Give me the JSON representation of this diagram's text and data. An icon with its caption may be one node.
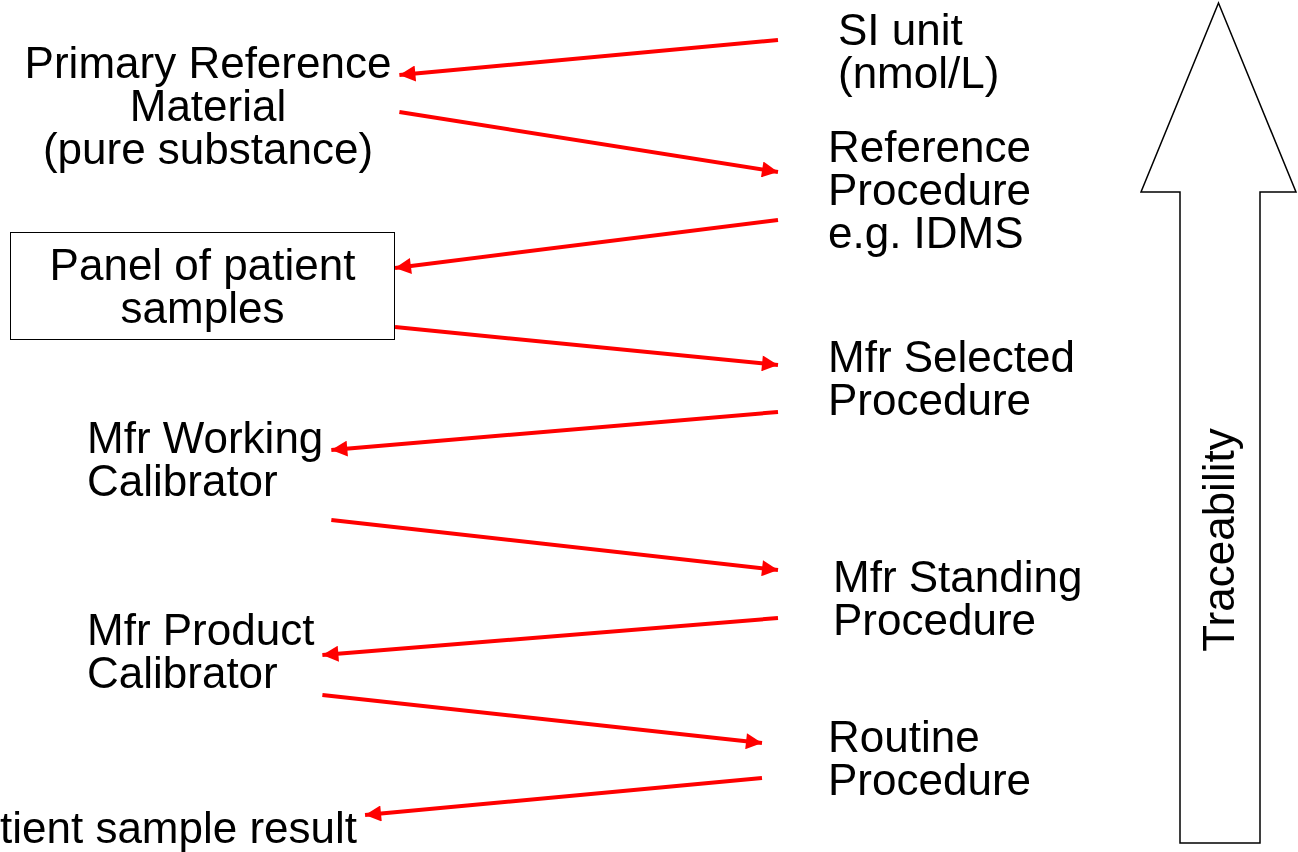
{
  "diagram": {
    "nodes": [
      {
        "text": [
          "SI unit (nmol/L)"
        ]
      },
      {
        "text": [
          "Primary Reference Material (pure substance)"
        ]
      },
      {
        "text": [
          "Reference Procedure e.g. IDMS"
        ]
      },
      {
        "text": [
          "Panel of patient samples"
        ]
      },
      {
        "text": [
          "Mfr Selected Procedure"
        ]
      },
      {
        "text": [
          "Mfr Working Calibrator"
        ]
      },
      {
        "text": [
          "Mfr Standing Procedure"
        ]
      },
      {
        "text": [
          "Mfr Product Calibrator"
        ]
      },
      {
        "text": [
          "Routine Procedure"
        ]
      },
      {
        "text": [
          "tient sample result"
        ]
      },
      {
        "text": [
          "Traceability"
        ]
      }
    ],
    "edges": [
      {
        "from": 0,
        "to": 1,
        "arrow": "to"
      },
      {
        "from": 1,
        "to": 2,
        "arrow": "to"
      },
      {
        "from": 2,
        "to": 3,
        "arrow": "to"
      },
      {
        "from": 3,
        "to": 4,
        "arrow": "to"
      },
      {
        "from": 4,
        "to": 5,
        "arrow": "to"
      },
      {
        "from": 5,
        "to": 6,
        "arrow": "to"
      },
      {
        "from": 6,
        "to": 7,
        "arrow": "to"
      },
      {
        "from": 7,
        "to": 8,
        "arrow": "to"
      },
      {
        "from": 8,
        "to": 9,
        "arrow": "to"
      }
    ]
  }
}
